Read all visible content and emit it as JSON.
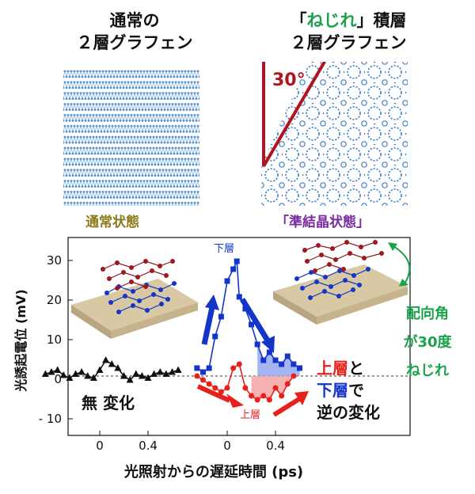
{
  "top": {
    "left_heading_line1": "通常の",
    "left_heading_line2": "２層グラフェン",
    "right_heading_open": "「",
    "right_heading_twist": "ねじれ",
    "right_heading_close": "」積層",
    "right_heading_line2": "２層グラフェン",
    "angle_label": "30°",
    "left_state": "通常状態",
    "right_state": "「準結晶状態」"
  },
  "colors": {
    "normal_state": "#8a7a1a",
    "quasi_state": "#7a2b9c",
    "twist_green": "#1aa34a",
    "angle_red": "#b0141e",
    "lower_layer": "#1336c9",
    "upper_layer": "#e8201a",
    "lattice_blue": "#3a7fc8"
  },
  "chart_data": {
    "type": "line",
    "ylabel": "光誘起電位 (mV)",
    "xlabel": "光照射からの遅延時間 (ps)",
    "yticks": [
      "30",
      "20",
      "10",
      "0",
      "- 10"
    ],
    "xticks": [
      "0",
      "0.4",
      "0",
      "0.4"
    ],
    "ylim": [
      -15,
      35
    ],
    "series": [
      {
        "name": "無 変化",
        "color": "#111111",
        "marker": "triangle",
        "x": [
          -0.45,
          -0.4,
          -0.35,
          -0.3,
          -0.25,
          -0.2,
          -0.15,
          -0.1,
          -0.05,
          0.0,
          0.05,
          0.1,
          0.15,
          0.2,
          0.25,
          0.3,
          0.35,
          0.4,
          0.45,
          0.5,
          0.55,
          0.6,
          0.65
        ],
        "y": [
          0.5,
          1,
          1.5,
          0.2,
          -0.5,
          0.5,
          1,
          0,
          -0.5,
          1.5,
          4,
          3,
          2,
          0,
          -1,
          0.5,
          0,
          -0.5,
          0.5,
          1,
          0.5,
          1,
          1.5
        ]
      },
      {
        "name": "下層",
        "color": "#1336c9",
        "marker": "square",
        "x": [
          -0.25,
          -0.2,
          -0.15,
          -0.1,
          -0.05,
          0.0,
          0.05,
          0.08,
          0.1,
          0.15,
          0.2,
          0.25,
          0.3,
          0.35,
          0.4,
          0.45,
          0.5,
          0.55,
          0.6
        ],
        "y": [
          2,
          1,
          2,
          10,
          15,
          24,
          27,
          29,
          20,
          17,
          13,
          8,
          4,
          6,
          4,
          3,
          5,
          3,
          2
        ]
      },
      {
        "name": "上層",
        "color": "#e8201a",
        "marker": "circle",
        "x": [
          -0.25,
          -0.2,
          -0.15,
          -0.1,
          -0.05,
          0.0,
          0.05,
          0.1,
          0.15,
          0.2,
          0.25,
          0.3,
          0.35,
          0.4,
          0.45,
          0.5,
          0.55
        ],
        "y": [
          0,
          -1,
          -2,
          -3,
          -4,
          -3,
          2,
          3,
          -3,
          -5,
          -6,
          -5,
          -6,
          -3,
          -5,
          -2,
          0
        ]
      }
    ]
  },
  "annotations": {
    "lower_tag": "下層",
    "upper_tag": "上層",
    "no_change": "無 変化",
    "right_upper": "上層",
    "right_to": "と",
    "right_lower": "下層",
    "right_de": "で",
    "right_reverse": "逆の変化",
    "orient_line1": "配向角",
    "orient_line2": "が30度",
    "orient_line3": "ねじれ"
  }
}
